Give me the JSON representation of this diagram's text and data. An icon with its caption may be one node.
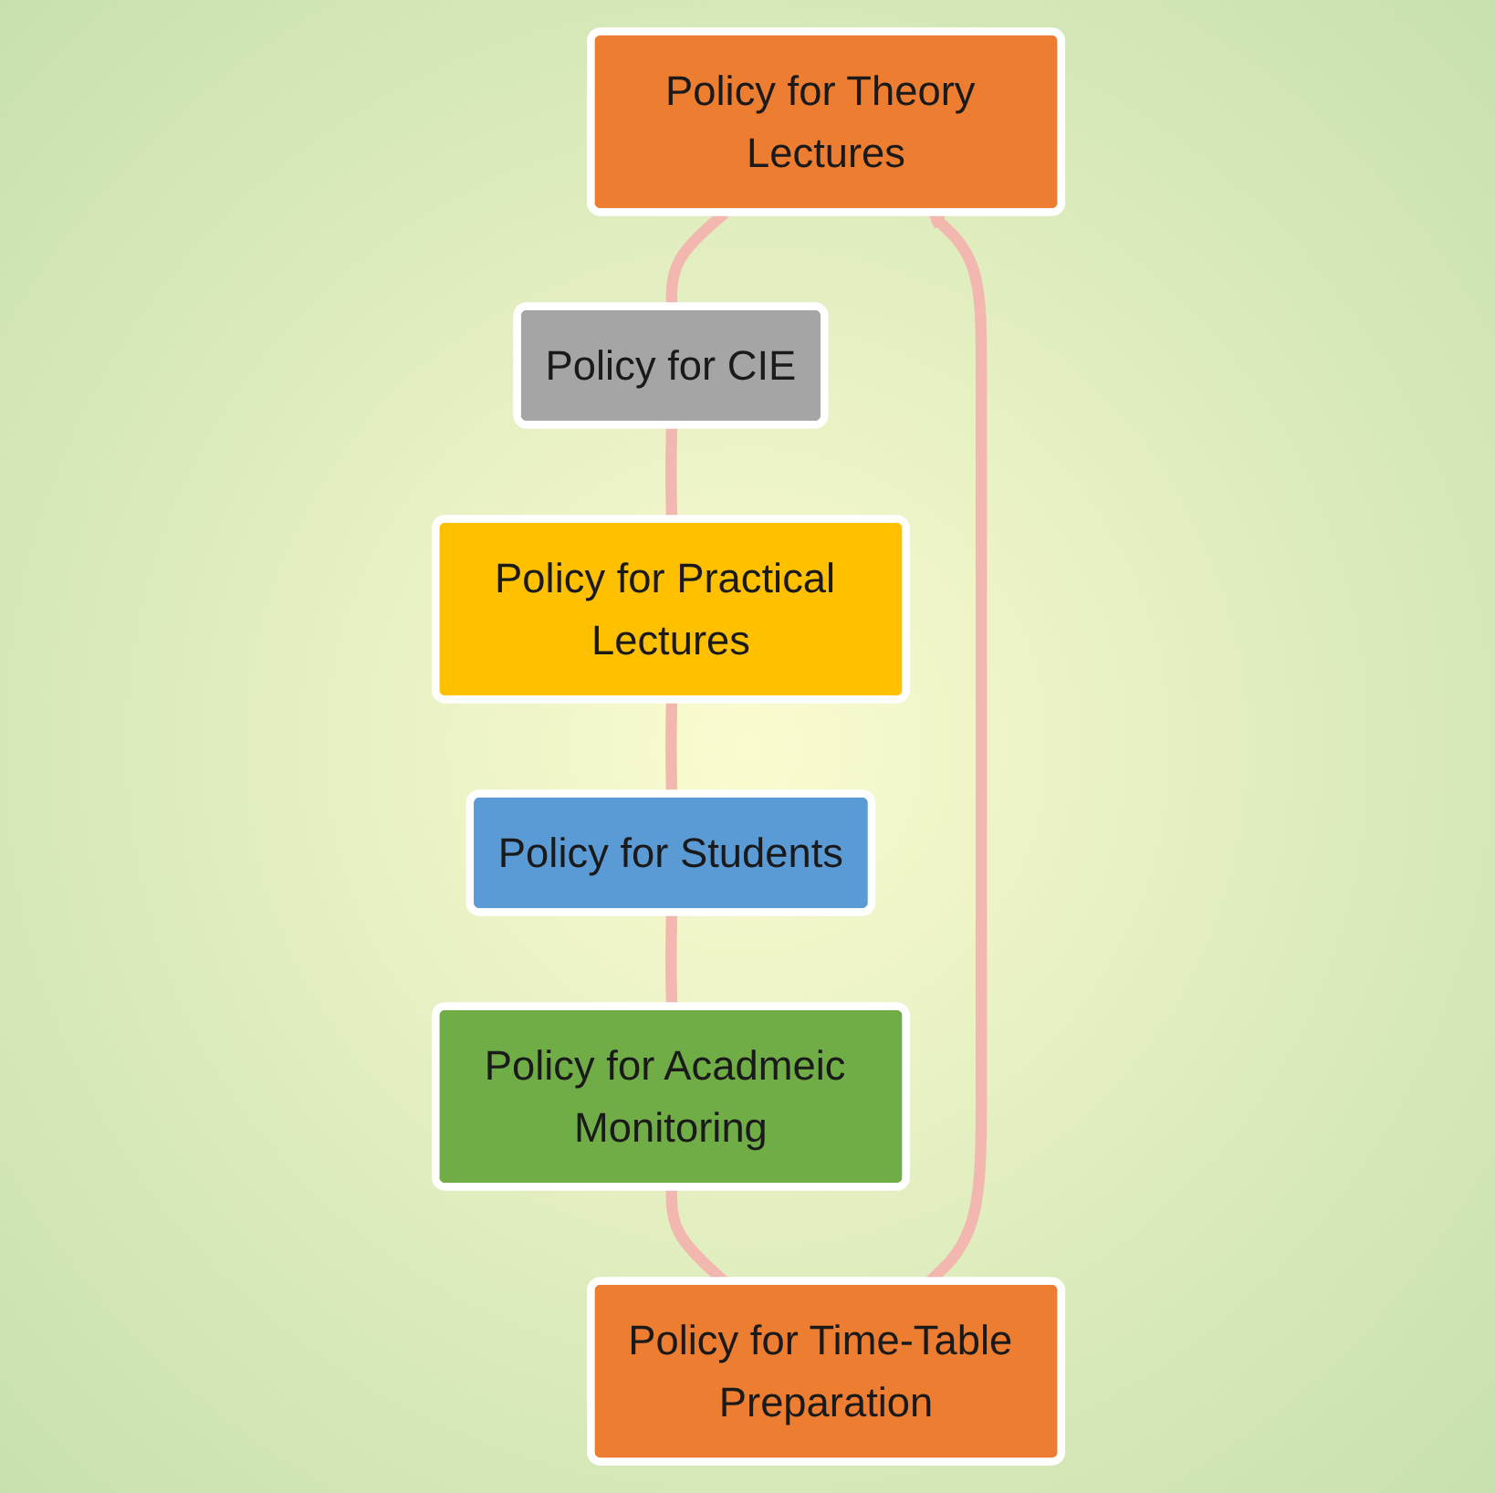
{
  "diagram": {
    "nodes": [
      {
        "text": [
          "Policy for Theory Lectures"
        ]
      },
      {
        "text": [
          "Policy for CIE"
        ]
      },
      {
        "text": [
          "Policy for Practical Lectures"
        ]
      },
      {
        "text": [
          "Policy for Students"
        ]
      },
      {
        "text": [
          "Policy for Acadmeic Monitoring"
        ]
      },
      {
        "text": [
          "Policy for Time-Table Preparation"
        ]
      }
    ],
    "edges": [
      {
        "from": 0,
        "to": 1,
        "arrow": "none"
      },
      {
        "from": 1,
        "to": 2,
        "arrow": "none"
      },
      {
        "from": 2,
        "to": 3,
        "arrow": "none"
      },
      {
        "from": 3,
        "to": 4,
        "arrow": "none"
      },
      {
        "from": 4,
        "to": 5,
        "arrow": "none"
      },
      {
        "from": 5,
        "to": 0,
        "arrow": "to"
      }
    ]
  }
}
